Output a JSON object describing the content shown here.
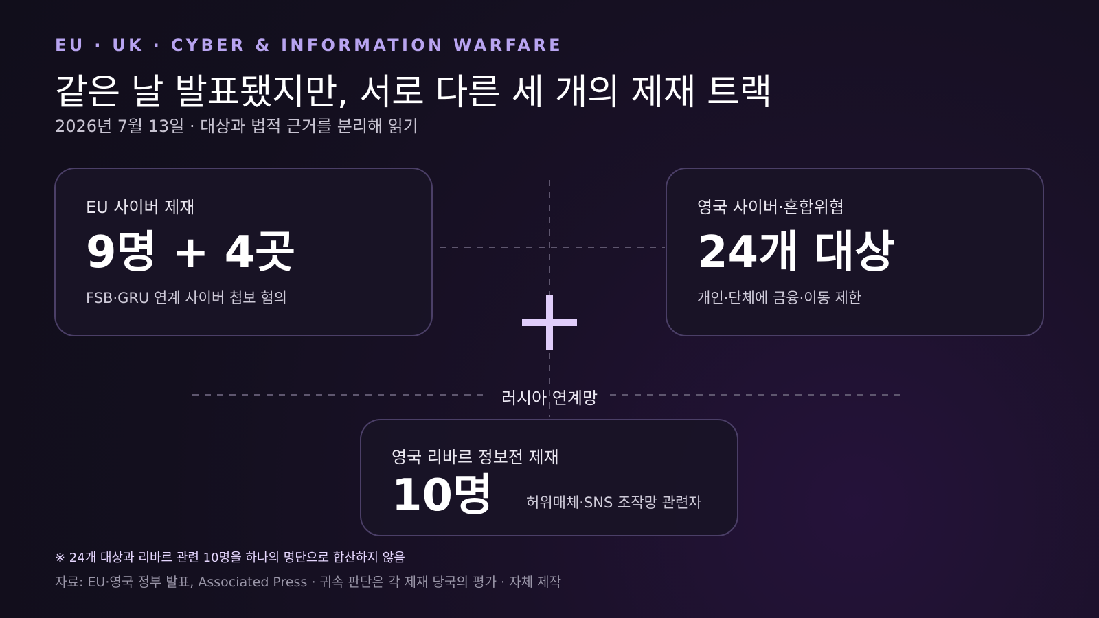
{
  "header": {
    "kicker": "EU · UK · CYBER & INFORMATION WARFARE",
    "title": "같은 날 발표됐지만, 서로 다른 세 개의 제재 트랙",
    "subtitle": "2026년 7월 13일 · 대상과 법적 근거를 분리해 읽기"
  },
  "cards": {
    "eu": {
      "label": "EU 사이버 제재",
      "figure": "9명 + 4곳",
      "desc": "FSB·GRU 연계 사이버 첩보 혐의"
    },
    "uk": {
      "label": "영국 사이버·혼합위협",
      "figure": "24개 대상",
      "desc": "개인·단체에 금융·이동 제한"
    },
    "rebar": {
      "label": "영국 리바르 정보전 제재",
      "figure": "10명",
      "desc": "허위매체·SNS 조작망 관련자"
    }
  },
  "hub": {
    "symbol": "+",
    "label": "러시아 연계망"
  },
  "footer": {
    "note": "※ 24개 대상과 리바르 관련 10명을 하나의 명단으로 합산하지 않음",
    "source": "자료: EU·영국 정부 발표, Associated Press · 귀속 판단은 각 제재 당국의 평가 · 자체 제작"
  },
  "colors": {
    "accent": "#b8a4f0",
    "hub_plus": "#e0cdfa",
    "card_border": "#4b3f67",
    "background": "#130f1e"
  }
}
